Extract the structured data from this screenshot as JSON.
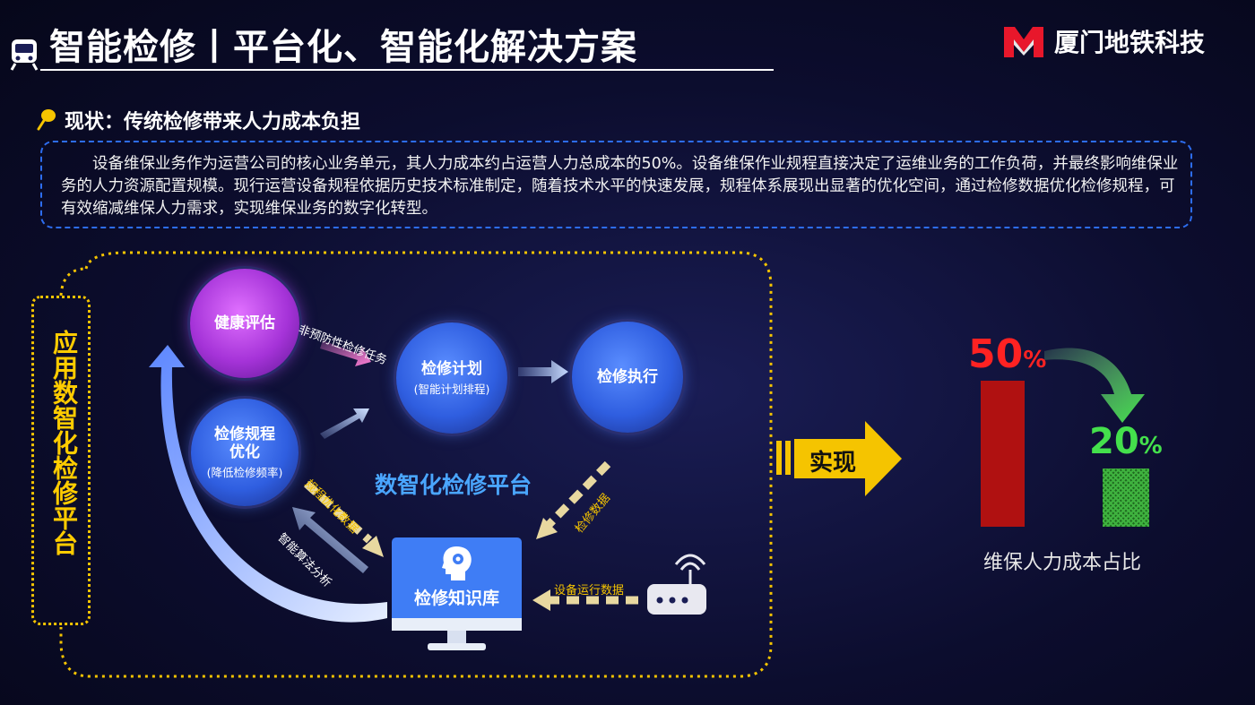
{
  "header": {
    "title": "智能检修丨平台化、智能化解决方案",
    "logo_text": "厦门地铁科技"
  },
  "section": {
    "heading": "现状：传统检修带来人力成本负担",
    "description": "设备维保业务作为运营公司的核心业务单元，其人力成本约占运营人力总成本的50%。设备维保作业规程直接决定了运维业务的工作负荷，并最终影响维保业务的人力资源配置规模。现行运营设备规程依据历史技术标准制定，随着技术水平的快速发展，规程体系展现出显著的优化空间，通过检修数据优化检修规程，可有效缩减维保人力需求，实现维保业务的数字化转型。"
  },
  "diagram": {
    "side_label": "应用数智化检修平台",
    "platform_label": "数智化检修平台",
    "nodes": {
      "health": "健康评估",
      "optimize_main": "检修规程优化",
      "optimize_sub": "(降低检修频率)",
      "plan_main": "检修计划",
      "plan_sub": "(智能计划排程)",
      "exec": "检修执行",
      "knowledge_base": "检修知识库"
    },
    "edge_labels": {
      "unplanned": "非预防性检修任务",
      "rule_data": "规程优化数据",
      "algorithm": "智能算法分析",
      "maint_data": "检修数据",
      "device_data": "设备运行数据"
    },
    "realize": "实现"
  },
  "chart_data": {
    "type": "bar",
    "categories": [
      "",
      ""
    ],
    "values": [
      50,
      20
    ],
    "value_labels": [
      "50",
      "20"
    ],
    "unit": "%",
    "xlabel": "维保人力成本占比",
    "colors": [
      "#b01111",
      "#2e8f2e"
    ]
  },
  "colors": {
    "accent_yellow": "#f5c400",
    "accent_blue": "#2d6df0",
    "red": "#ff2222",
    "green": "#44e04c"
  }
}
